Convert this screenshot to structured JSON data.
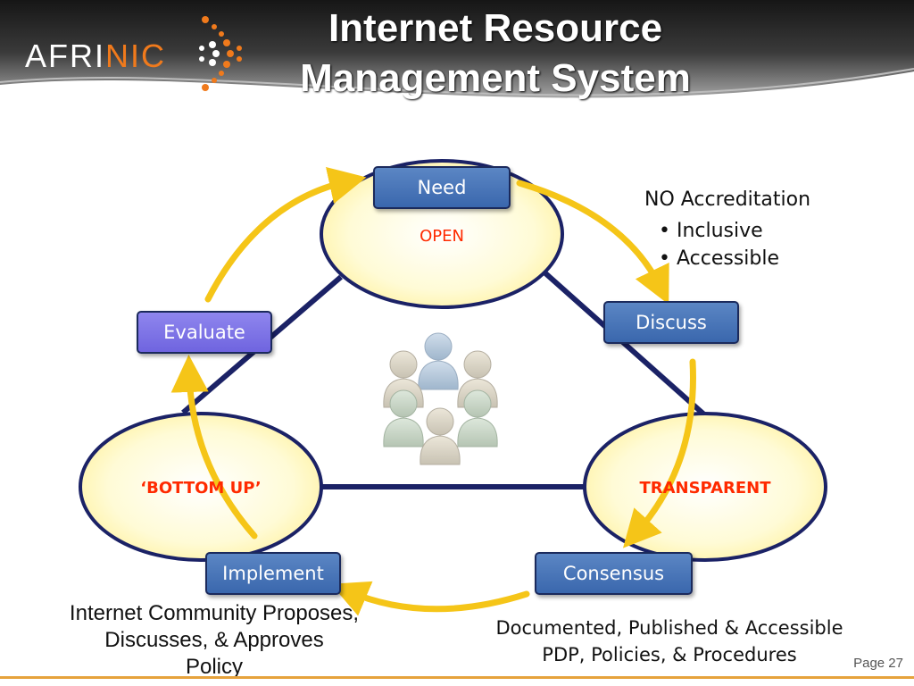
{
  "header": {
    "logo_part1": "AFRI",
    "logo_part2": "NIC",
    "title_line1": "Internet Resource",
    "title_line2": "Management  System"
  },
  "colors": {
    "accent_orange": "#f07a1c",
    "box_blue": "#3f6db3",
    "box_purple": "#7a6fe6",
    "arrow_yellow": "#f5c518",
    "triangle_navy": "#1b2266",
    "ellipse_fill": "#fffbd0",
    "label_red": "#ff2a00"
  },
  "icons": [
    "people-group-icon",
    "arrow-cycle-icon"
  ],
  "diagram": {
    "ellipses": [
      {
        "id": "top",
        "label": "OPEN"
      },
      {
        "id": "left",
        "label": "‘BOTTOM UP’"
      },
      {
        "id": "right",
        "label": "TRANSPARENT"
      }
    ],
    "steps": {
      "need": "Need",
      "discuss": "Discuss",
      "consensus": "Consensus",
      "implement": "Implement",
      "evaluate": "Evaluate"
    }
  },
  "notes": {
    "open_heading": "NO Accreditation",
    "open_bullets": [
      "• Inclusive",
      "• Accessible"
    ],
    "transparent_line1": "Documented, Published & Accessible",
    "transparent_line2": "PDP, Policies, & Procedures",
    "bottomup_line1": "Internet Community Proposes,",
    "bottomup_line2": "Discusses, & Approves",
    "bottomup_line3": "Policy"
  },
  "footer": {
    "page": "Page 27"
  }
}
